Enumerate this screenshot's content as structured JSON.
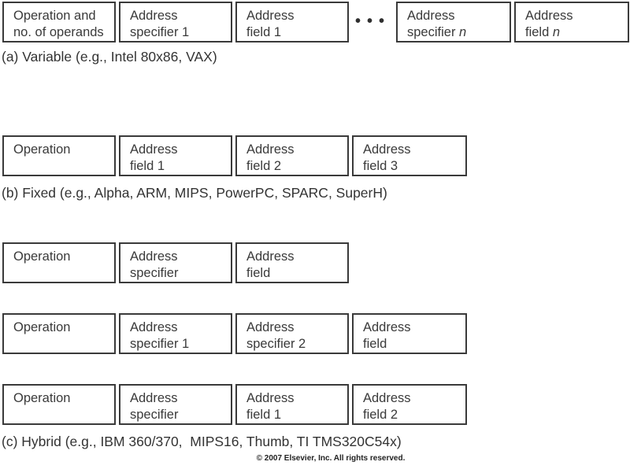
{
  "colors": {
    "background": "#ffffff",
    "border": "#3a3a3a",
    "text": "#3a3a3a"
  },
  "diagram": {
    "variable": {
      "caption": "(a) Variable (e.g., Intel 80x86, VAX)",
      "cells_left": [
        {
          "line1": "Operation and",
          "line2": "no. of operands"
        },
        {
          "line1": "Address",
          "line2": "specifier 1"
        },
        {
          "line1": "Address",
          "line2": "field 1"
        }
      ],
      "ellipsis": "•••",
      "cells_right": [
        {
          "line1": "Address",
          "line2_text": "specifier ",
          "line2_var": "n"
        },
        {
          "line1": "Address",
          "line2_text": "field ",
          "line2_var": "n"
        }
      ]
    },
    "fixed": {
      "caption": "(b) Fixed (e.g., Alpha, ARM, MIPS, PowerPC, SPARC, SuperH)",
      "cells": [
        {
          "line1": "Operation",
          "line2": ""
        },
        {
          "line1": "Address",
          "line2": "field 1"
        },
        {
          "line1": "Address",
          "line2": "field 2"
        },
        {
          "line1": "Address",
          "line2": "field 3"
        }
      ]
    },
    "hybrid": {
      "caption": "(c) Hybrid (e.g., IBM 360/370,  MIPS16, Thumb, TI TMS320C54x)",
      "row1": [
        {
          "line1": "Operation",
          "line2": ""
        },
        {
          "line1": "Address",
          "line2": "specifier"
        },
        {
          "line1": "Address",
          "line2": "field"
        }
      ],
      "row2": [
        {
          "line1": "Operation",
          "line2": ""
        },
        {
          "line1": "Address",
          "line2": "specifier 1"
        },
        {
          "line1": "Address",
          "line2": "specifier 2"
        },
        {
          "line1": "Address",
          "line2": "field"
        }
      ],
      "row3": [
        {
          "line1": "Operation",
          "line2": ""
        },
        {
          "line1": "Address",
          "line2": "specifier"
        },
        {
          "line1": "Address",
          "line2": "field 1"
        },
        {
          "line1": "Address",
          "line2": "field 2"
        }
      ]
    }
  },
  "footer": {
    "copyright": "© 2007 Elsevier, Inc. All rights reserved."
  }
}
